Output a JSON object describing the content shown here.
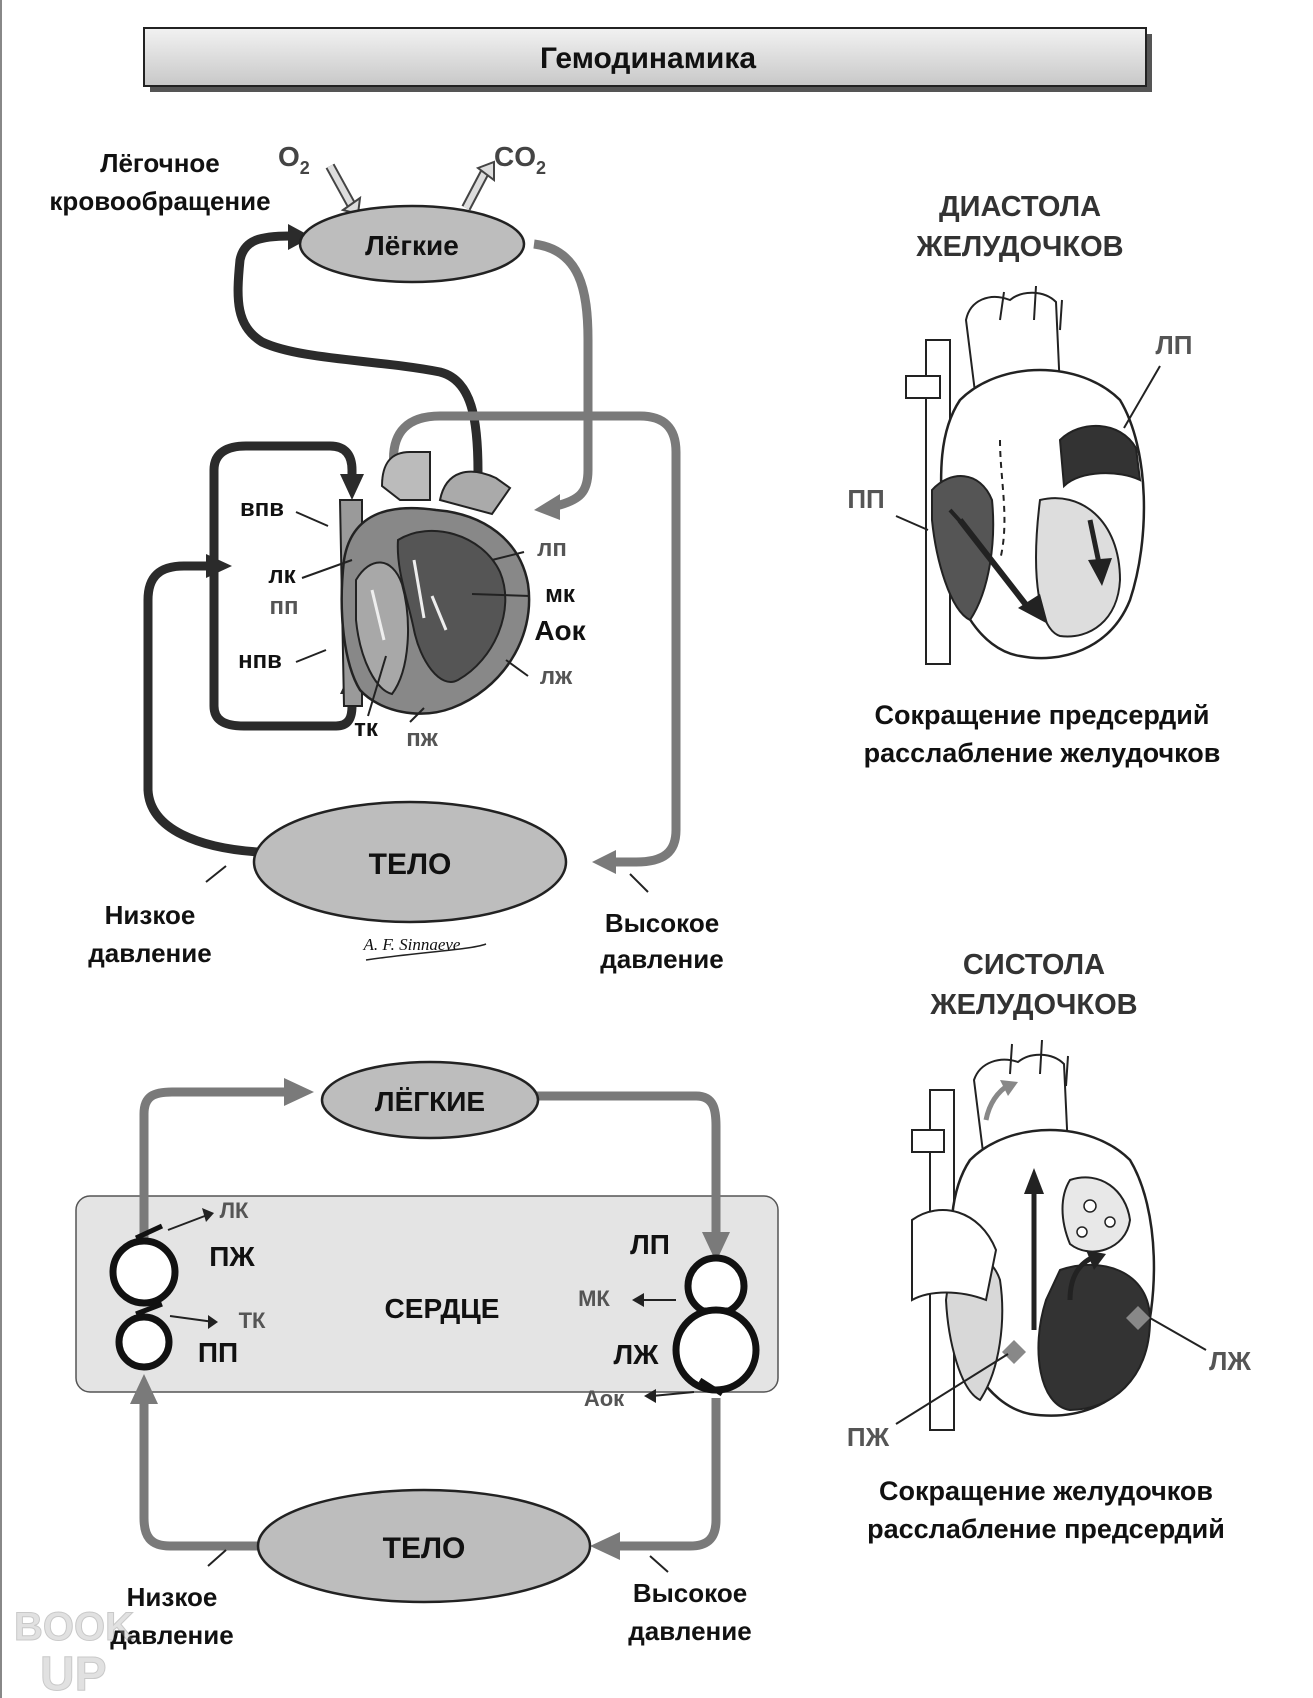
{
  "title": "Гемодинамика",
  "top_scheme": {
    "pulmonary_label": [
      "Лёгочное",
      "кровообращение"
    ],
    "o2": "O",
    "o2_sub": "2",
    "co2": "CO",
    "co2_sub": "2",
    "lungs": "Лёгкие",
    "body": "ТЕЛО",
    "low_pressure": [
      "Низкое",
      "давление"
    ],
    "high_pressure": [
      "Высокое",
      "давление"
    ],
    "heart_labels": {
      "vpv": "впв",
      "lk": "лк",
      "pp": "пп",
      "npv": "нпв",
      "tk": "тк",
      "pzh": "пж",
      "lp": "лп",
      "mk": "мк",
      "aok": "Аок",
      "lzh": "лж"
    },
    "signature": "A. F. Sinnaeve"
  },
  "bottom_scheme": {
    "lungs": "ЛЁГКИЕ",
    "heart": "СЕРДЦЕ",
    "body": "ТЕЛО",
    "low_pressure": [
      "Низкое",
      "давление"
    ],
    "high_pressure": [
      "Высокое",
      "давление"
    ],
    "labels": {
      "lk": "ЛК",
      "pzh": "ПЖ",
      "tk": "ТК",
      "pp": "ПП",
      "lp": "ЛП",
      "mk": "МК",
      "lzh": "ЛЖ",
      "aok": "Аок"
    }
  },
  "diastole": {
    "title": [
      "ДИАСТОЛА",
      "ЖЕЛУДОЧКОВ"
    ],
    "lp": "ЛП",
    "pp": "ПП",
    "caption": [
      "Сокращение предсердий",
      "расслабление желудочков"
    ]
  },
  "systole": {
    "title": [
      "СИСТОЛА",
      "ЖЕЛУДОЧКОВ"
    ],
    "lzh": "ЛЖ",
    "pzh": "ПЖ",
    "caption": [
      "Сокращение желудочков",
      "расслабление предсердий"
    ]
  },
  "watermark": [
    "BOOK",
    "UP"
  ],
  "colors": {
    "dark_path": "#2b2b2b",
    "grey_path": "#7a7a7a",
    "organ_fill": "#bdbdbd",
    "heart_box": "#e4e4e4"
  }
}
